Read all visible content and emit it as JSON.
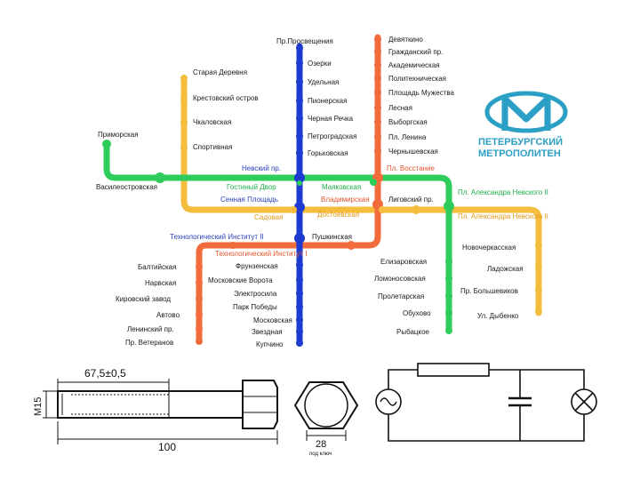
{
  "logo": {
    "line1": "ПЕТЕРБУРГСКИЙ",
    "line2": "МЕТРОПОЛИТЕН",
    "color": "#2b9fc4"
  },
  "line_colors": {
    "blue": "#1e3bd1",
    "green": "#2ecc5a",
    "orange": "#f5bd3e",
    "red": "#f26b3a"
  },
  "blue_line": {
    "stations": [
      "Пр.Просвещения",
      "Озерки",
      "Удельная",
      "Пионерская",
      "Черная Речка",
      "Петроградская",
      "Горьковская",
      "Невский пр.",
      "Сенная Площадь",
      "Технологический Институт II",
      "Фрунзенская",
      "Московские Ворота",
      "Электросила",
      "Парк Победы",
      "Московская",
      "Звездная",
      "Купчино"
    ]
  },
  "red_line": {
    "stations": [
      "Девяткино",
      "Гражданский пр.",
      "Академическая",
      "Политехническая",
      "Площадь Мужества",
      "Лесная",
      "Выборгская",
      "Пл. Ленина",
      "Чернышевская",
      "Пл. Восстание",
      "Владимирская",
      "Пушкинская",
      "Технологический Институт I",
      "Балтийская",
      "Нарвская",
      "Кировский завод",
      "Автово",
      "Ленинский пр.",
      "Пр. Ветеранов"
    ]
  },
  "green_line": {
    "stations": [
      "Приморская",
      "Василеостровская",
      "Гостиный Двор",
      "Маяковская",
      "Пл. Александра Невского II",
      "Елизаровская",
      "Ломоносовская",
      "Пролетарская",
      "Обухово",
      "Рыбацкое"
    ]
  },
  "orange_line": {
    "stations": [
      "Старая Деревня",
      "Крестовский остров",
      "Чкаловская",
      "Спортивная",
      "Садовая",
      "Достоевская",
      "Лиговский пр.",
      "Пл. Александра Невского II",
      "Новочеркасская",
      "Ладожская",
      "Пр. Большевиков",
      "Ул. Дыбенко"
    ]
  },
  "bolt_drawing": {
    "length_tol": "67,5±0,5",
    "thread": "М15",
    "total_length": "100",
    "hex_size": "28",
    "hex_note": "под ключ"
  }
}
